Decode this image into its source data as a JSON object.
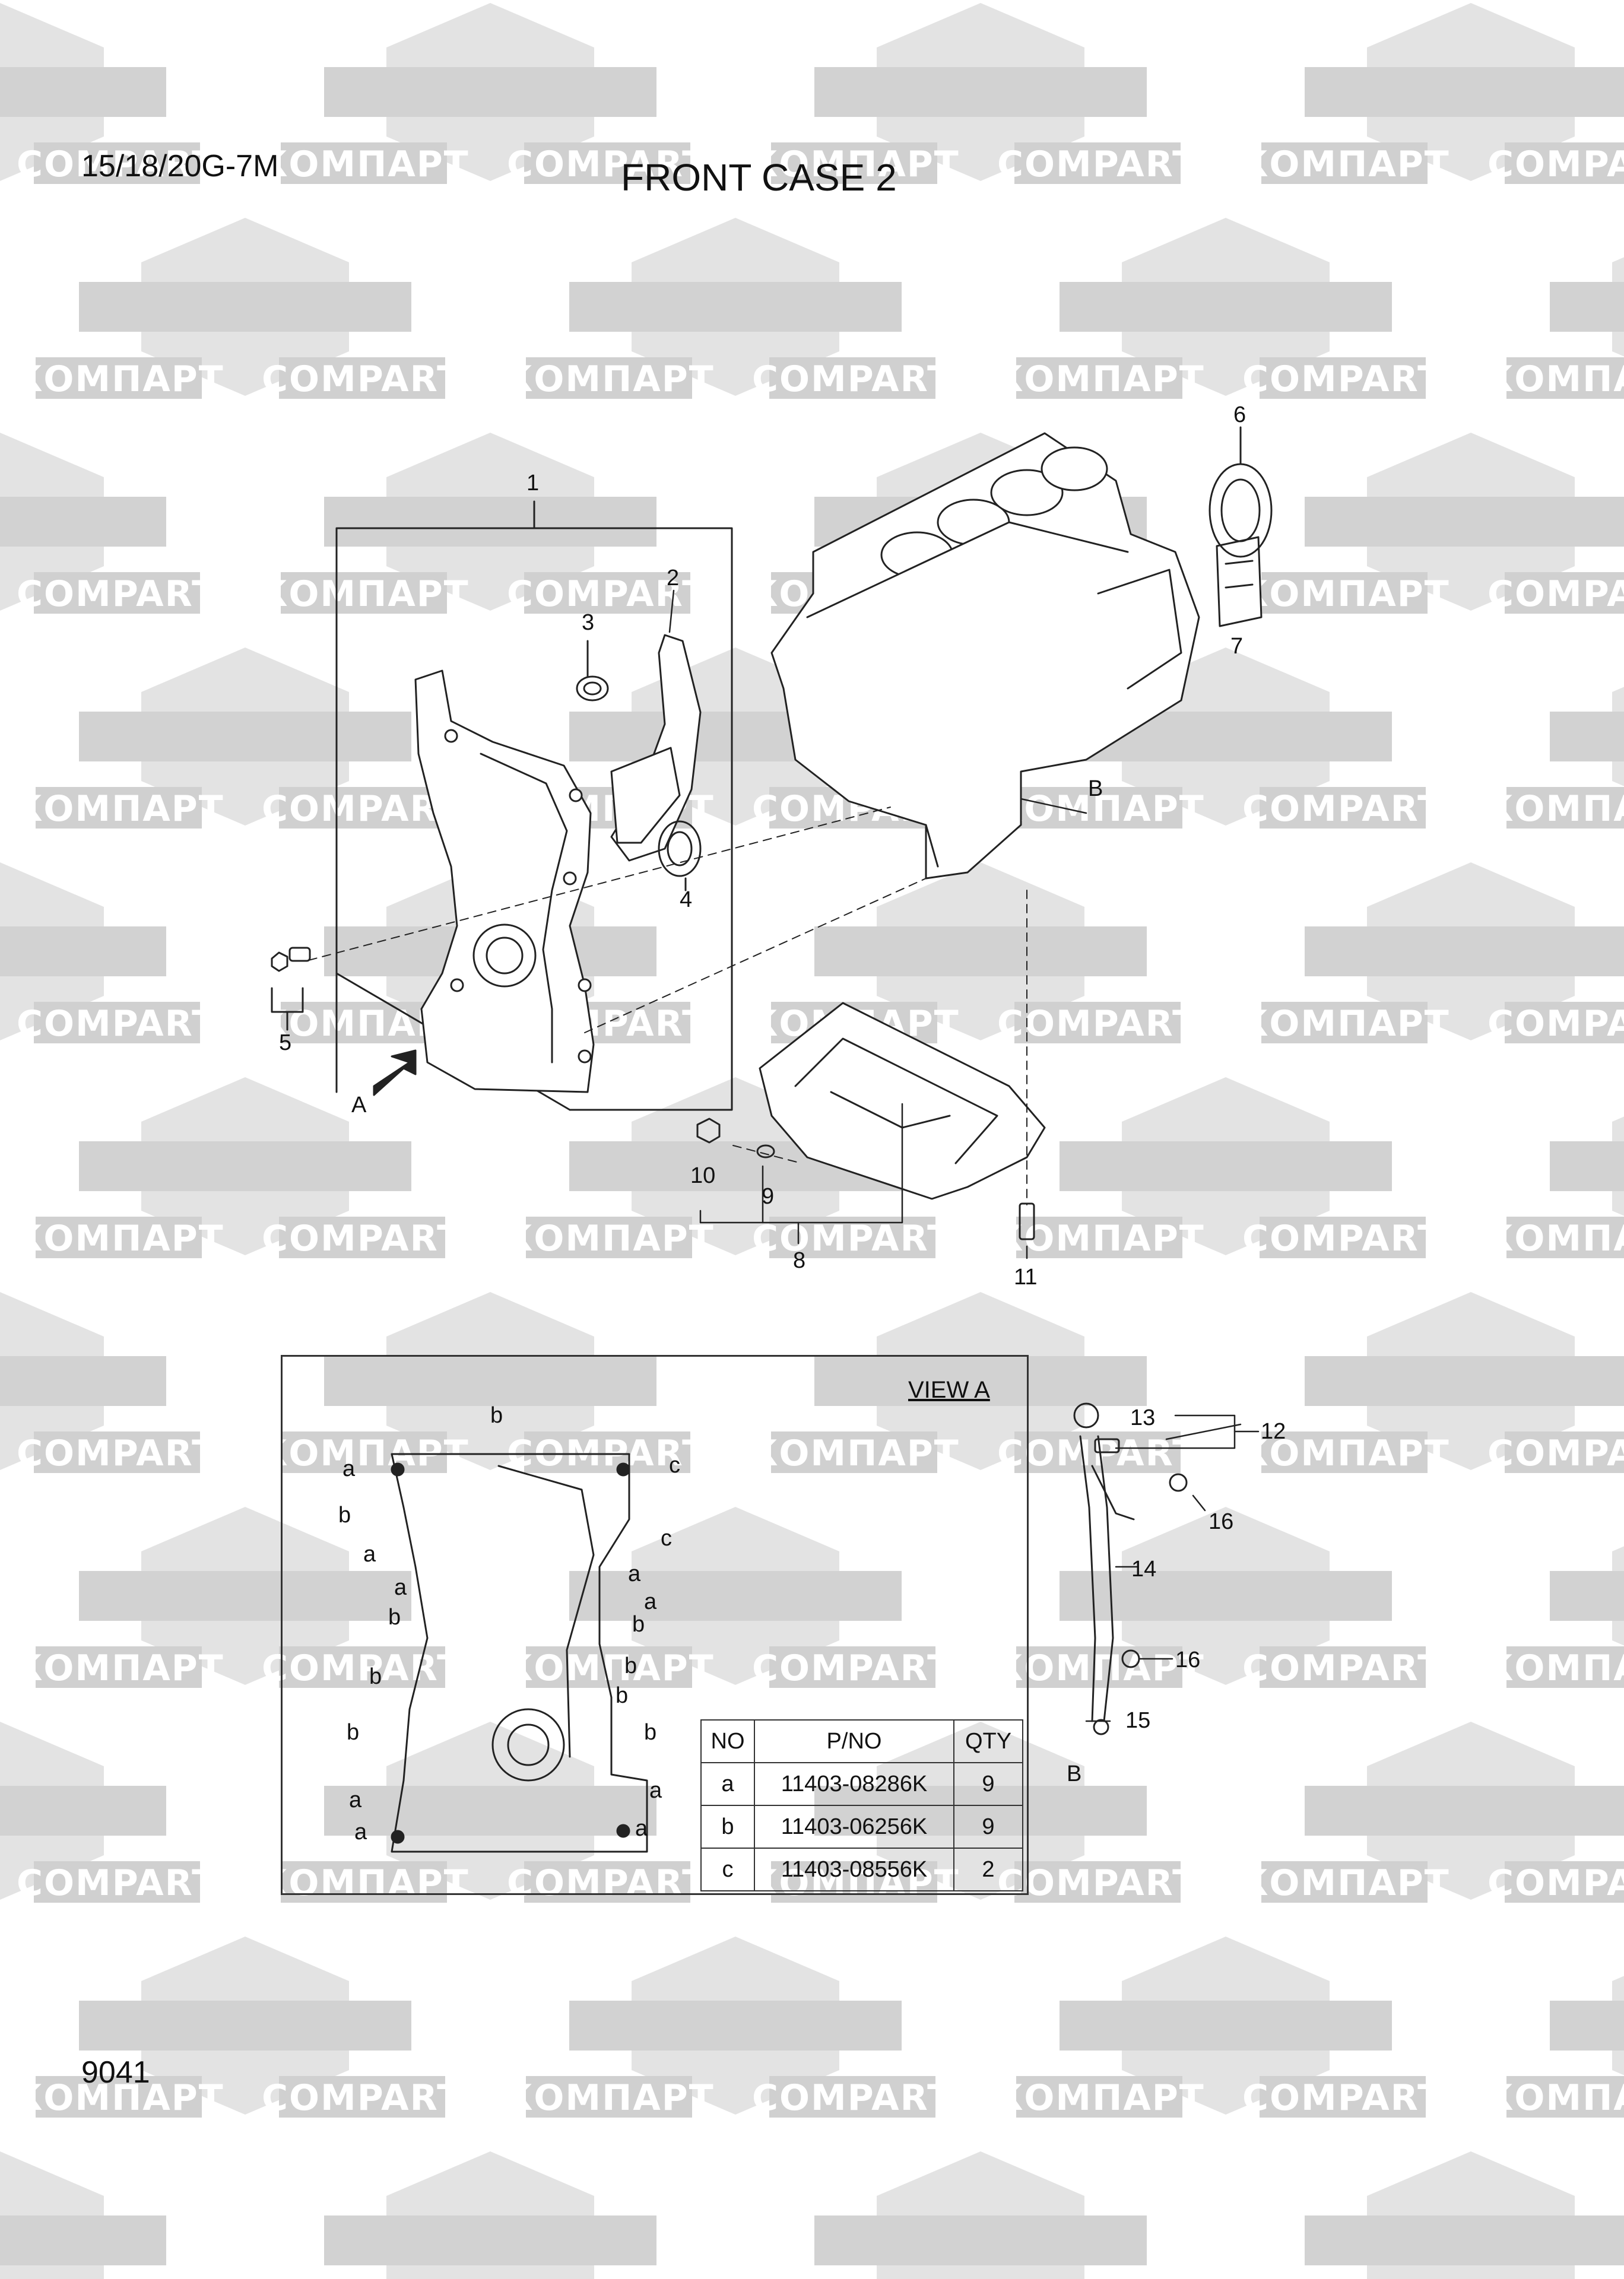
{
  "header": {
    "model_code": "15/18/20G-7M",
    "title": "FRONT CASE 2"
  },
  "footer": {
    "page_number": "9041"
  },
  "watermark": {
    "label_cyrillic": "КОМПАРТ",
    "label_latin": "COMPART"
  },
  "callouts": {
    "c1": "1",
    "c2": "2",
    "c3": "3",
    "c4": "4",
    "c5": "5",
    "c6": "6",
    "c7": "7",
    "c8": "8",
    "c9": "9",
    "c10": "10",
    "c11": "11",
    "c12": "12",
    "c13": "13",
    "c14": "14",
    "c15": "15",
    "c16a": "16",
    "c16b": "16",
    "view_arrow_a": "A",
    "conn_b_top": "B",
    "conn_b_bottom": "B"
  },
  "view_a": {
    "label": "VIEW A",
    "bolt_labels": [
      {
        "t": "b"
      },
      {
        "t": "a"
      },
      {
        "t": "c"
      },
      {
        "t": "b"
      },
      {
        "t": "c"
      },
      {
        "t": "a"
      },
      {
        "t": "a"
      },
      {
        "t": "a"
      },
      {
        "t": "a"
      },
      {
        "t": "b"
      },
      {
        "t": "b"
      },
      {
        "t": "b"
      },
      {
        "t": "b"
      },
      {
        "t": "b"
      },
      {
        "t": "b"
      },
      {
        "t": "b"
      },
      {
        "t": "a"
      },
      {
        "t": "a"
      },
      {
        "t": "a"
      },
      {
        "t": "a"
      }
    ]
  },
  "bolt_table": {
    "headers": [
      "NO",
      "P/NO",
      "QTY"
    ],
    "rows": [
      [
        "a",
        "11403-08286K",
        "9"
      ],
      [
        "b",
        "11403-06256K",
        "9"
      ],
      [
        "c",
        "11403-08556K",
        "2"
      ]
    ]
  }
}
